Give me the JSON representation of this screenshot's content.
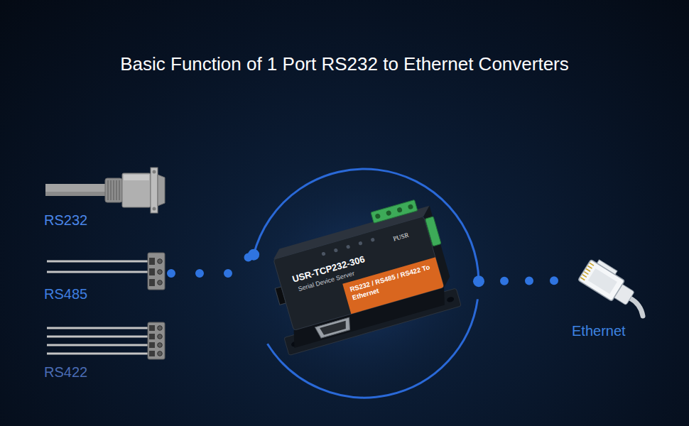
{
  "diagram": {
    "title": "Basic Function of 1 Port RS232 to Ethernet Converters",
    "nodes": [
      {
        "text": [
          "RS232"
        ]
      },
      {
        "text": [
          "RS485"
        ]
      },
      {
        "text": [
          "RS422"
        ]
      },
      {
        "text": [
          "PUSR",
          "USR-TCP232-306",
          "Serial Device Server",
          "RS232 / RS485 / RS422 To Ethernet"
        ]
      },
      {
        "text": [
          "Ethernet"
        ]
      }
    ],
    "edges": [
      {
        "from": 1,
        "to": 3,
        "arrow": "none"
      },
      {
        "from": 3,
        "to": 4,
        "arrow": "none"
      }
    ]
  }
}
